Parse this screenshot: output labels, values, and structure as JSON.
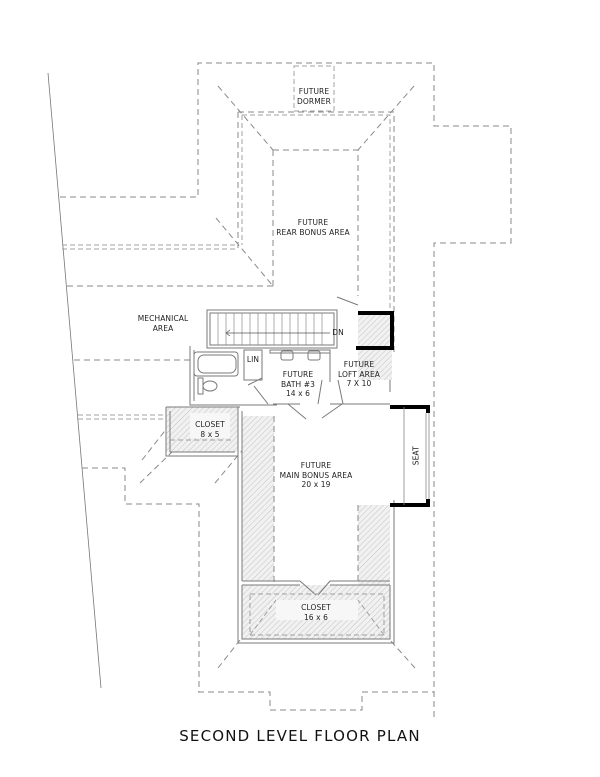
{
  "plan": {
    "title": "SECOND LEVEL FLOOR PLAN",
    "rooms": {
      "dormer": {
        "name": "FUTURE\nDORMER"
      },
      "rear_bonus": {
        "name": "FUTURE\nREAR BONUS AREA"
      },
      "mechanical": {
        "name": "MECHANICAL\nAREA"
      },
      "stairs": {
        "label": "DN"
      },
      "linen": {
        "name": "LIN"
      },
      "bath3": {
        "name": "FUTURE\nBATH #3\n14 x 6"
      },
      "loft": {
        "name": "FUTURE\nLOFT AREA\n7 X 10"
      },
      "closet_small": {
        "name": "CLOSET\n8 x 5"
      },
      "main_bonus": {
        "name": "FUTURE\nMAIN BONUS AREA\n20 x 19"
      },
      "seat": {
        "name": "SEAT"
      },
      "closet_large": {
        "name": "CLOSET\n16 x 6"
      }
    },
    "colors": {
      "line": "#7a7a7a",
      "dashed_roof": "#8a8a8a",
      "thick_wall": "#000000",
      "hatch": "#c8c8c8",
      "text": "#222222"
    }
  }
}
